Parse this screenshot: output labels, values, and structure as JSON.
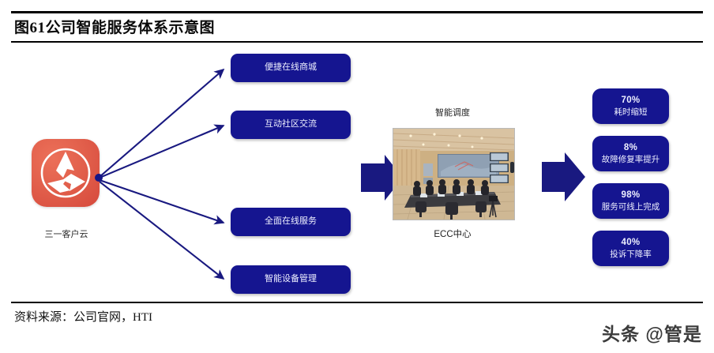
{
  "figure": {
    "title": "图61公司智能服务体系示意图",
    "source_note": "资料来源：公司官网，HTI",
    "watermark": "头条 @管是"
  },
  "source_node": {
    "caption": "三一客户云",
    "logo_icon": "sany-logo-icon",
    "tile_color": "#e2604c"
  },
  "channels": {
    "items": [
      {
        "label": "便捷在线商城"
      },
      {
        "label": "互动社区交流"
      },
      {
        "label": "全面在线服务"
      },
      {
        "label": "智能设备管理"
      }
    ]
  },
  "center": {
    "top_label": "智能调度",
    "bottom_label": "ECC中心",
    "photo_icon": "ecc-control-room-photo"
  },
  "outcomes": {
    "items": [
      {
        "percent": "70%",
        "label": "耗时缩短"
      },
      {
        "percent": "8%",
        "label": "故障修复率提升"
      },
      {
        "percent": "98%",
        "label": "服务可线上完成"
      },
      {
        "percent": "40%",
        "label": "投诉下降率"
      }
    ]
  },
  "colors": {
    "box_navy": "#151590",
    "arrow_navy": "#191980",
    "logo_red": "#e2604c",
    "rule_black": "#000000"
  }
}
